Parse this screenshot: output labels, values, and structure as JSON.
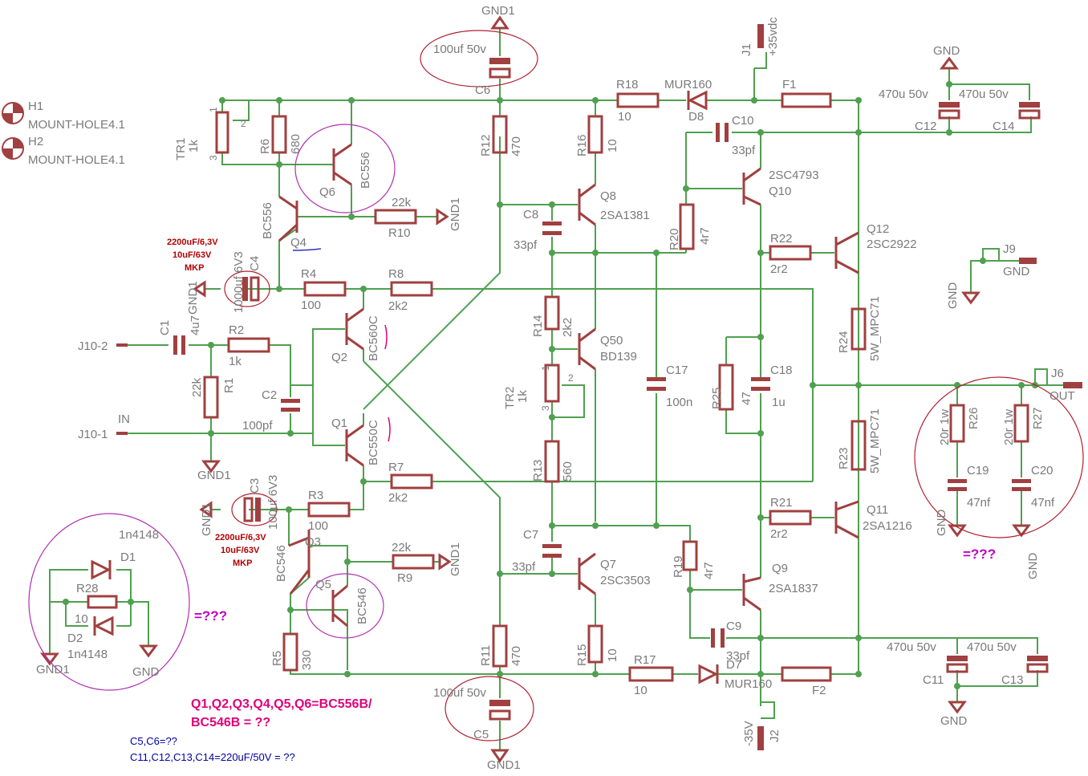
{
  "colors": {
    "wire": "#4fa04f",
    "component": "#a04040",
    "label": "#7a7a7a",
    "note_red": "#b00000",
    "note_magenta": "#e0007a",
    "note_blue": "#0000a0"
  },
  "labels": {
    "gnd1_top": "GND1",
    "c6_val": "100uf 50v",
    "c6": "C6",
    "h1": "H1",
    "h1_part": "MOUNT-HOLE4.1",
    "h2": "H2",
    "h2_part": "MOUNT-HOLE4.1",
    "tr1": "TR1",
    "tr1_val": "1k",
    "tr1_p1": "1",
    "tr1_p2": "2",
    "tr1_p3": "3",
    "r6": "R6",
    "r6_val": "680",
    "q6": "Q6",
    "q6_type": "BC556",
    "r12": "R12",
    "r12_val": "470",
    "r16": "R16",
    "r16_val": "10",
    "r18": "R18",
    "r18_val": "10",
    "mur160_top": "MUR160",
    "d8": "D8",
    "j1": "J1",
    "vpos": "+35vdc",
    "f1": "F1",
    "gnd_tr": "GND",
    "c12_val": "470u 50v",
    "c14_val": "470u 50v",
    "c12": "C12",
    "c14": "C14",
    "c10": "C10",
    "c10_val": "33pf",
    "q10_type": "2SC4793",
    "q10": "Q10",
    "q8": "Q8",
    "q8_type": "2SA1381",
    "c8": "C8",
    "c8_val": "33pf",
    "r20": "R20",
    "r20_val": "4r7",
    "r22": "R22",
    "r22_val": "2r2",
    "q12": "Q12",
    "q12_type": "2SC2922",
    "j9": "J9",
    "gnd_j9": "GND",
    "gnd_j9b": "GND",
    "q4_type": "BC556",
    "q4": "Q4",
    "r10_val": "22k",
    "r10": "R10",
    "gnd1_r10": "GND1",
    "c4_note1": "2200uF/6,3V",
    "c4_note2": "10uF/63V",
    "c4_note3": "MKP",
    "c4": "C4",
    "c4_val": "1000uf 6V3",
    "gnd1_c4": "GND1",
    "r4": "R4",
    "r4_val": "100",
    "r8": "R8",
    "r8_val": "2k2",
    "q2_type": "BC560C",
    "q2": "Q2",
    "r14": "R14",
    "r14_val": "2k2",
    "q50": "Q50",
    "q50_type": "BD139",
    "c17": "C17",
    "c17_val": "100n",
    "r24": "R24",
    "r24_val": "5W_MPC71",
    "c1": "C1",
    "c1_val": "4u7",
    "r2": "R2",
    "r2_val": "1k",
    "j10_2": "J10-2",
    "r1": "R1",
    "r1_val": "22k",
    "c2": "C2",
    "c2_val": "100pf",
    "in": "IN",
    "j10_1": "J10-1",
    "gnd1_r1": "GND1",
    "q1": "Q1",
    "q1_type": "BC550C",
    "tr2": "TR2",
    "tr2_val": "1k",
    "tr2_p1": "1",
    "tr2_p2": "2",
    "tr2_p3": "3",
    "r25": "R25",
    "r25_val": "47",
    "c18": "C18",
    "c18_val": "1u",
    "j6": "J6",
    "out": "OUT",
    "r26": "R26",
    "r26_val": "20r 1w",
    "r27": "R27",
    "r27_val": "20r 1w",
    "c19": "C19",
    "c19_val": "47nf",
    "c20": "C20",
    "c20_val": "47nf",
    "gnd_c19": "GND",
    "gnd_c20": "GND",
    "q_marks": "=???",
    "r23": "R23",
    "r23_val": "5W_MPC71",
    "r13": "R13",
    "r13_val": "560",
    "r7": "R7",
    "r7_val": "2k2",
    "c3": "C3",
    "c3_val": "100uf 6V3",
    "gnd1_c3": "GND1",
    "c3_note1": "2200uF/6,3V",
    "c3_note2": "10uF/63V",
    "c3_note3": "MKP",
    "r3": "R3",
    "r3_val": "100",
    "q3": "Q3",
    "q3_type": "BC546",
    "r9_val": "22k",
    "r9": "R9",
    "gnd1_r9": "GND1",
    "q5": "Q5",
    "q5_type": "BC546",
    "r5": "R5",
    "r5_val": "330",
    "c7": "C7",
    "c7_val": "33pf",
    "q7": "Q7",
    "q7_type": "2SC3503",
    "r21": "R21",
    "r21_val": "2r2",
    "q11": "Q11",
    "q11_type": "2SA1216",
    "r19": "R19",
    "r19_val": "4r7",
    "q9": "Q9",
    "q9_type": "2SA1837",
    "c9": "C9",
    "c9_val": "33pf",
    "c11_val": "470u 50v",
    "c13_val": "470u 50v",
    "c11": "C11",
    "c13": "C13",
    "gnd_c11": "GND",
    "r11": "R11",
    "r11_val": "470",
    "r15": "R15",
    "r15_val": "10",
    "r17": "R17",
    "r17_val": "10",
    "d7": "D7",
    "mur160_bot": "MUR160",
    "f2": "F2",
    "c5_val": "100uf 50v",
    "c5": "C5",
    "gnd1_bot": "GND1",
    "vneg": "-35V",
    "j2": "J2",
    "d1_type": "1n4148",
    "d1": "D1",
    "r28": "R28",
    "r28_val": "10",
    "d2": "D2",
    "d2_type": "1n4148",
    "gnd1_bl": "GND1",
    "gnd_bl": "GND",
    "q_marks2": "=???",
    "note_q_line1": "Q1,Q2,Q3,Q4,Q5,Q6=BC556B/",
    "note_q_line2": "BC546B = ??",
    "note_c56": "C5,C6=??",
    "note_c11": "C11,C12,C13,C14=220uF/50V = ??"
  }
}
